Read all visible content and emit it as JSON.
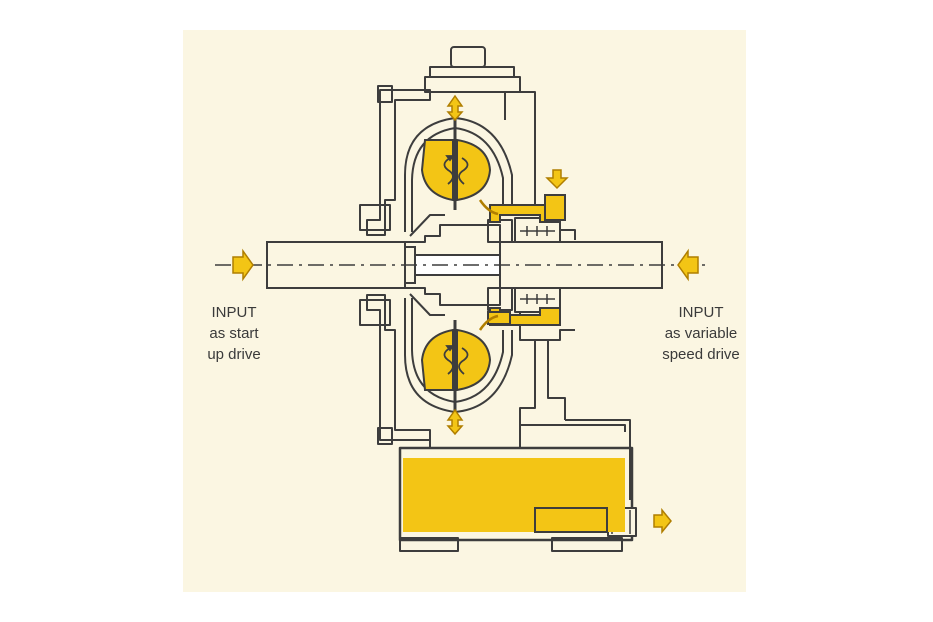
{
  "colors": {
    "background": "#ffffff",
    "panel": "#fbf6e2",
    "line": "#3d3d3d",
    "yellow": "#f3c515",
    "arrow_fill": "#f3c515",
    "arrow_stroke": "#b07e00"
  },
  "labels": {
    "left": {
      "line1": "INPUT",
      "line2": "as start",
      "line3": "up drive"
    },
    "right": {
      "line1": "INPUT",
      "line2": "as variable",
      "line3": "speed drive"
    }
  },
  "icons": [
    "arrow-right-icon",
    "arrow-left-icon",
    "arrow-down-icon",
    "arrow-up-down-icon",
    "rotation-icon"
  ]
}
